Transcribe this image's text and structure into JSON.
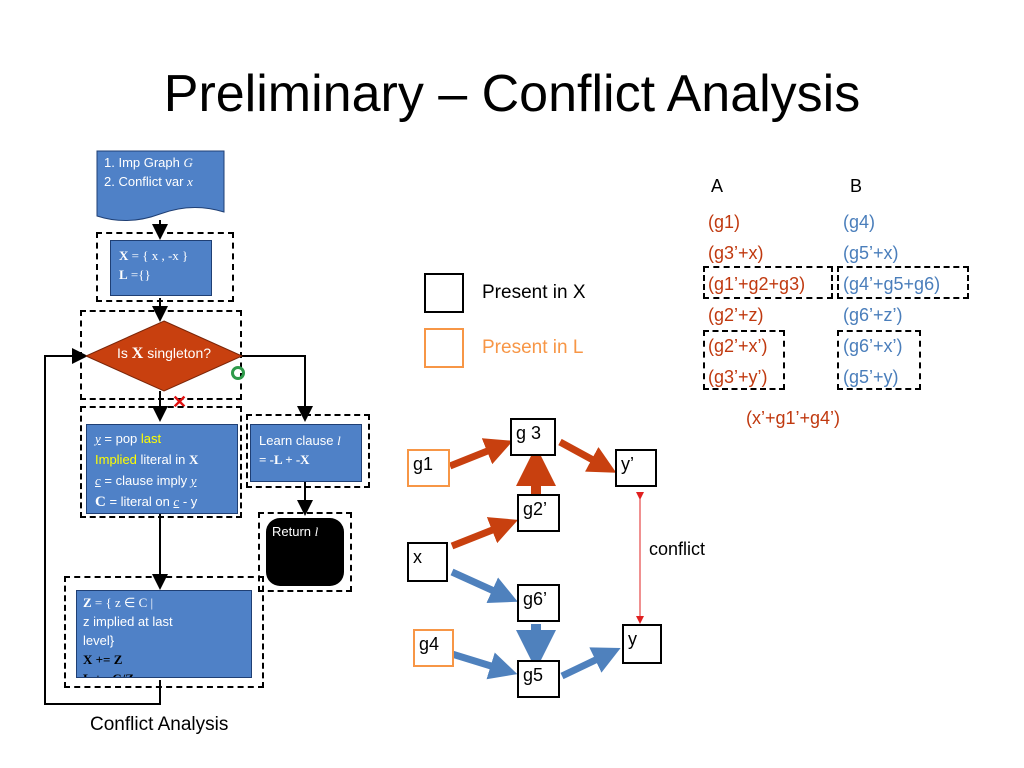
{
  "slide": {
    "title": "Preliminary – Conflict Analysis",
    "caption": "Conflict Analysis"
  },
  "flowchart": {
    "doc_line1_text": "1. Imp Graph ",
    "doc_line1_var": "G",
    "doc_line2_text": "2. Conflict var ",
    "doc_line2_var": "x",
    "init_x_bold": "X",
    "init_x_rest": " = { x , -x }",
    "init_l_bold": "L",
    "init_l_rest": " ={}",
    "decision_pre": "Is ",
    "decision_bold": "X",
    "decision_post": " singleton?",
    "yes_mark": "o",
    "no_mark": "✕",
    "pop_var": "y",
    "pop_text": " = pop ",
    "pop_last": "last",
    "implied_word": "Implied",
    "implied_rest": " literal in ",
    "implied_bold": "X",
    "clause_var": "c",
    "clause_text": " = clause imply ",
    "clause_y": "y",
    "c_bold": "C",
    "c_text": " = literal on ",
    "c_var": "c",
    "c_end": " - y",
    "learn_line1": "Learn clause ",
    "learn_var": "l",
    "learn_line2": "=  -L + -X",
    "return_text": "Return ",
    "return_var": "l",
    "z_bold": "Z",
    "z_line1": " = { z ∈ C |",
    "z_line2": " z implied at last",
    "z_line3": "level}",
    "z_line4_bold": "X  +=  Z",
    "z_line5": "L  +=  C/Z"
  },
  "legend": {
    "present_x": "Present in X",
    "present_l": "Present in L",
    "x_color": "#000000",
    "l_color": "#f79646"
  },
  "clauses": {
    "header_a": "A",
    "header_b": "B",
    "col_a": [
      "(g1)",
      "(g3’+x)",
      "(g1’+g2+g3)",
      "(g2’+z)",
      "(g2’+x’)",
      "(g3’+y’)"
    ],
    "col_b": [
      "(g4)",
      "(g5’+x)",
      "(g4’+g5+g6)",
      "(g6’+z’)",
      "(g6’+x’)",
      "(g5’+y)"
    ],
    "learned": "(x’+g1’+g4’)",
    "color_a": "#c0390f",
    "color_b": "#4a7ebb"
  },
  "graph": {
    "nodes": {
      "g1": "g1",
      "g3": "g 3",
      "y_prime": "y’",
      "g2_prime": "g2’",
      "x": "x",
      "g6_prime": "g6’",
      "g4": "g4",
      "g5": "g5",
      "y": "y"
    },
    "conflict_label": "conflict",
    "red_color": "#c8400f",
    "blue_color": "#4f81bd"
  }
}
